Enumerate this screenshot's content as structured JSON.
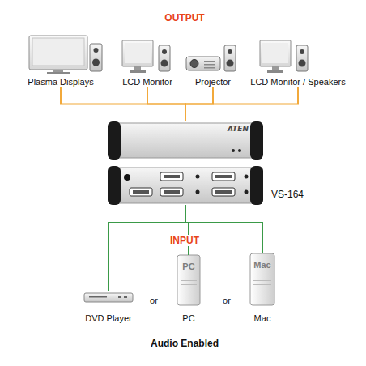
{
  "diagram": {
    "caption": "Audio Enabled",
    "nodes": [
      {
        "text": [
          "Plasma Displays"
        ]
      },
      {
        "text": [
          "LCD Monitor"
        ]
      },
      {
        "text": [
          "Projector"
        ]
      },
      {
        "text": [
          "LCD Monitor / Speakers"
        ]
      },
      {
        "text": [
          "ATEN",
          "VS-164"
        ]
      },
      {
        "text": [
          "DVD Player"
        ]
      },
      {
        "text": [
          "PC",
          "PC"
        ]
      },
      {
        "text": [
          "Mac",
          "Mac"
        ]
      }
    ],
    "edges": [
      {
        "from": 4,
        "to": 0,
        "arrow": "none"
      },
      {
        "from": 4,
        "to": 1,
        "arrow": "none"
      },
      {
        "from": 4,
        "to": 2,
        "arrow": "none"
      },
      {
        "from": 4,
        "to": 3,
        "arrow": "none"
      },
      {
        "from": 5,
        "to": 4,
        "arrow": "none"
      },
      {
        "from": 6,
        "to": 4,
        "arrow": "none"
      },
      {
        "from": 7,
        "to": 4,
        "arrow": "none"
      }
    ],
    "labels": [
      "OUTPUT",
      "INPUT",
      "or",
      "or"
    ]
  }
}
